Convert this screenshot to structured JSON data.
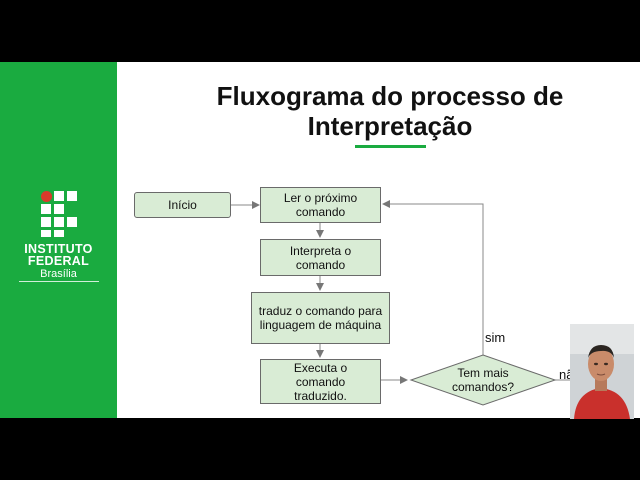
{
  "slide": {
    "title_line1": "Fluxograma do processo de",
    "title_line2": "Interpretação"
  },
  "logo": {
    "line1": "INSTITUTO",
    "line2": "FEDERAL",
    "campus": "Brasília",
    "colors": {
      "sidebar": "#1aab40",
      "dot": "#d93a2b"
    }
  },
  "flowchart": {
    "start": "Início",
    "step1": "Ler o próximo comando",
    "step2": "Interpreta o comando",
    "step3": "traduz o comando para linguagem de máquina",
    "step4": "Executa o comando traduzido.",
    "decision": "Tem mais comandos?",
    "yes_label": "sim",
    "no_label": "nã",
    "colors": {
      "box_fill": "#d9ecd5",
      "border": "#6a6a6a"
    }
  },
  "webcam": {
    "icon": "person-video-thumbnail"
  }
}
